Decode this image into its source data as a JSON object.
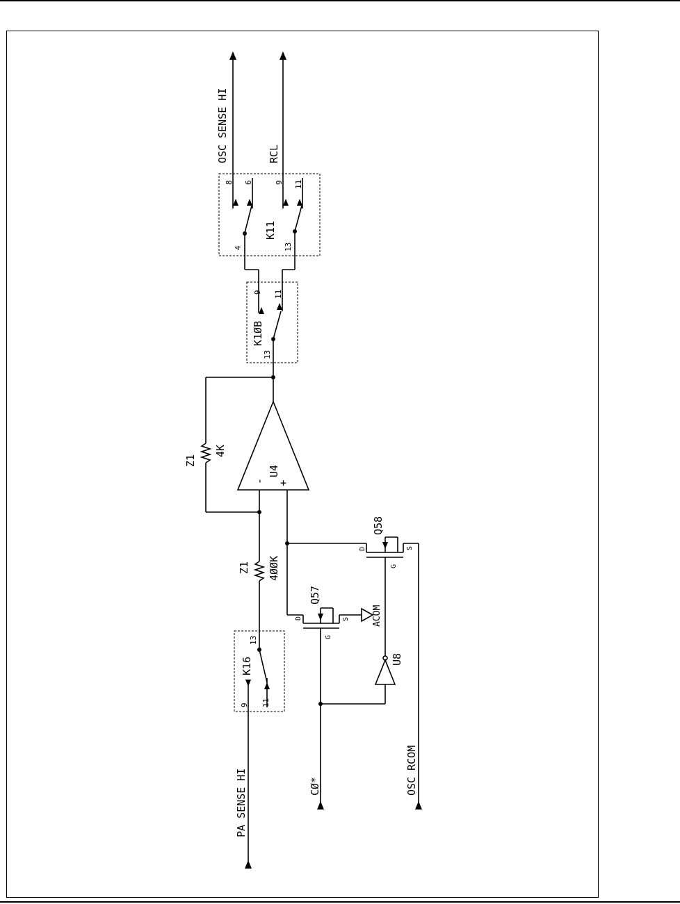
{
  "nets": {
    "osc_sense_hi": "OSC SENSE HI",
    "rcl": "RCL",
    "pa_sense_hi": "PA SENSE HI",
    "c0": "CØ*",
    "osc_rcom": "OSC RCOM",
    "acom": "ACOM"
  },
  "relays": {
    "k11": {
      "ref": "K11",
      "pins": [
        "8",
        "6",
        "9",
        "11",
        "4",
        "13"
      ]
    },
    "k10b": {
      "ref": "K1ØB",
      "pins": [
        "9",
        "11",
        "13"
      ]
    },
    "k16": {
      "ref": "K16",
      "pins": [
        "9",
        "11",
        "13"
      ]
    }
  },
  "resistors": {
    "feedback": {
      "ref": "Z1",
      "value": "4K"
    },
    "input": {
      "ref": "Z1",
      "value": "4ØØK"
    }
  },
  "opamp": {
    "ref": "U4",
    "minus": "-",
    "plus": "+"
  },
  "transistors": {
    "q57": {
      "ref": "Q57",
      "d": "D",
      "g": "G",
      "s": "S"
    },
    "q58": {
      "ref": "Q58",
      "d": "D",
      "g": "G",
      "s": "S"
    }
  },
  "inverter": {
    "ref": "U8"
  }
}
